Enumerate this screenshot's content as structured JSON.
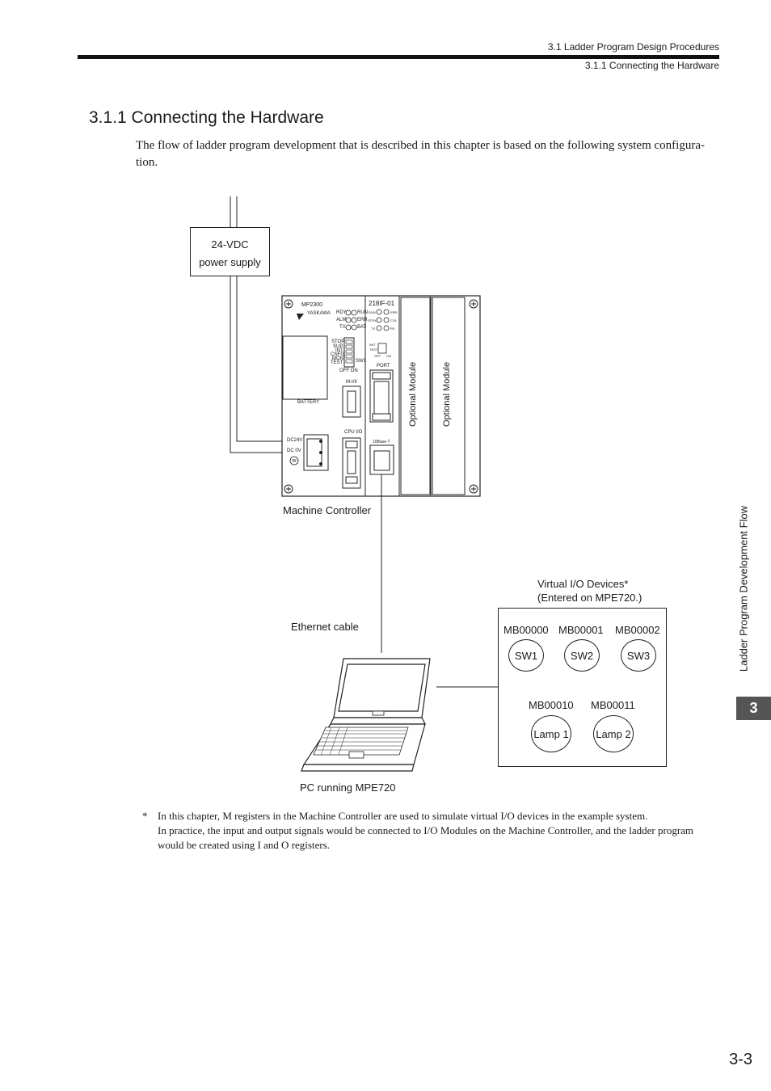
{
  "header": {
    "section": "3.1  Ladder Program Design Procedures",
    "subsection": "3.1.1  Connecting the Hardware"
  },
  "title": "3.1.1  Connecting the Hardware",
  "intro": "The flow of ladder program development that is described in this chapter is based on the following system configura-tion.",
  "diagram": {
    "power_supply": {
      "line1": "24-VDC",
      "line2": "power supply"
    },
    "controller": {
      "label": "Machine Controller",
      "model": "MP2300",
      "brand": "YASKAWA",
      "leds_left": [
        "RDY",
        "RUN",
        "ALM",
        "ERR",
        "TX",
        "BAT"
      ],
      "dip_labels": [
        "STOP",
        "SUP",
        "INT",
        "CNFG",
        "MON",
        "TEST"
      ],
      "dip_off_on": "OFF   ON",
      "sw1": "SW1",
      "battery": "BATTERY",
      "mio": "M-I/II",
      "cpu_io": "CPU I/O",
      "dc24v": "DC24V",
      "dc0v": "DC 0V",
      "module": "218IF-01",
      "module_leds": [
        "RUN",
        "ERR",
        "STRX",
        "COL",
        "TX",
        "RX"
      ],
      "module_switch": [
        "INIT",
        "TEST",
        "OFF",
        "ON"
      ],
      "port": "PORT",
      "ethernet_port": "10Base-T",
      "optional_module_1": "Optional Module",
      "optional_module_2": "Optional Module"
    },
    "ethernet_cable": "Ethernet cable",
    "pc": "PC running MPE720",
    "virtual_io": {
      "title_line1": "Virtual I/O Devices*",
      "title_line2": "(Entered on MPE720.)",
      "switches": [
        {
          "register": "MB00000",
          "name": "SW1"
        },
        {
          "register": "MB00001",
          "name": "SW2"
        },
        {
          "register": "MB00002",
          "name": "SW3"
        }
      ],
      "lamps": [
        {
          "register": "MB00010",
          "name": "Lamp 1"
        },
        {
          "register": "MB00011",
          "name": "Lamp 2"
        }
      ]
    }
  },
  "footnote": {
    "mark": "*",
    "line1": "In this chapter, M registers in the Machine Controller are used to simulate virtual I/O devices in the example system.",
    "line2": "In practice, the input and output signals would be connected to I/O Modules on the Machine Controller, and the ladder program would be created using I and O registers."
  },
  "sidebar": {
    "chapter_title": "Ladder Program Development Flow",
    "chapter_number": "3"
  },
  "page_number": "3-3"
}
